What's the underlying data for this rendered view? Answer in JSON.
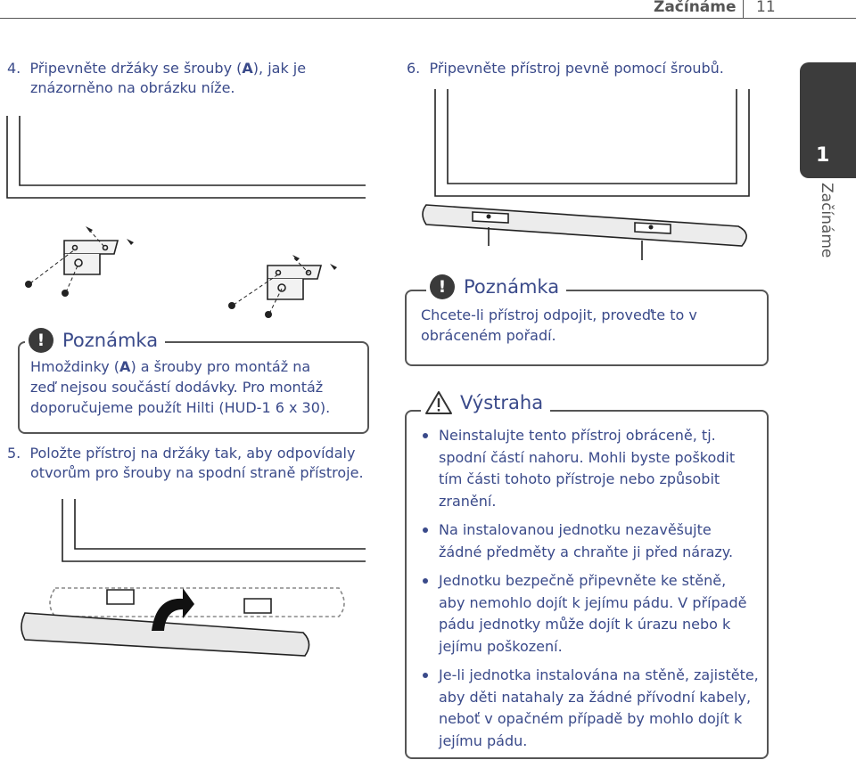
{
  "header": {
    "title": "Začínáme",
    "page_number": "11"
  },
  "side_tab": {
    "number": "1",
    "label": "Začínáme"
  },
  "step4": {
    "number": "4.",
    "text_line1": "Připevněte držáky se šrouby (",
    "bold_letter": "A",
    "text_line1_end": "), jak je",
    "text_line2": "znázorněno na obrázku níže."
  },
  "step5": {
    "number": "5.",
    "text_line1": "Položte přístroj na držáky tak, aby odpovídaly",
    "text_line2": "otvorům pro šrouby na spodní straně přístroje."
  },
  "step6": {
    "number": "6.",
    "text": "Připevněte přístroj pevně pomocí šroubů."
  },
  "note1": {
    "title": "Poznámka",
    "line1_start": "Hmoždinky (",
    "line1_bold": "A",
    "line1_end": ") a šrouby pro montáž na",
    "line2": "zeď nejsou součástí dodávky. Pro montáž",
    "line3": "doporučujeme použít Hilti (HUD-1 6 x 30)."
  },
  "note2": {
    "title": "Poznámka",
    "line1": "Chcete-li přístroj odpojit, proveďte to v",
    "line2": "obráceném pořadí."
  },
  "warning": {
    "title": "Výstraha",
    "items": [
      [
        "Neinstalujte tento přístroj obráceně, tj.",
        "spodní částí nahoru. Mohli byste poškodit",
        "tím části tohoto přístroje nebo způsobit",
        "zranění."
      ],
      [
        "Na instalovanou jednotku nezavěšujte",
        "žádné předměty a chraňte ji před nárazy."
      ],
      [
        "Jednotku bezpečně připevněte ke stěně,",
        "aby nemohlo dojít k jejímu pádu. V případě",
        "pádu jednotky může dojít k úrazu nebo k",
        "jejímu poškození."
      ],
      [
        "Je-li jednotka instalována na stěně, zajistěte,",
        "aby děti natahaly za žádné přívodní kabely,",
        "neboť v opačném případě by mohlo dojít k",
        "jejímu pádu."
      ]
    ]
  },
  "colors": {
    "text": "#3a4a8a",
    "lines": "#555555",
    "tab": "#3c3c3c"
  }
}
